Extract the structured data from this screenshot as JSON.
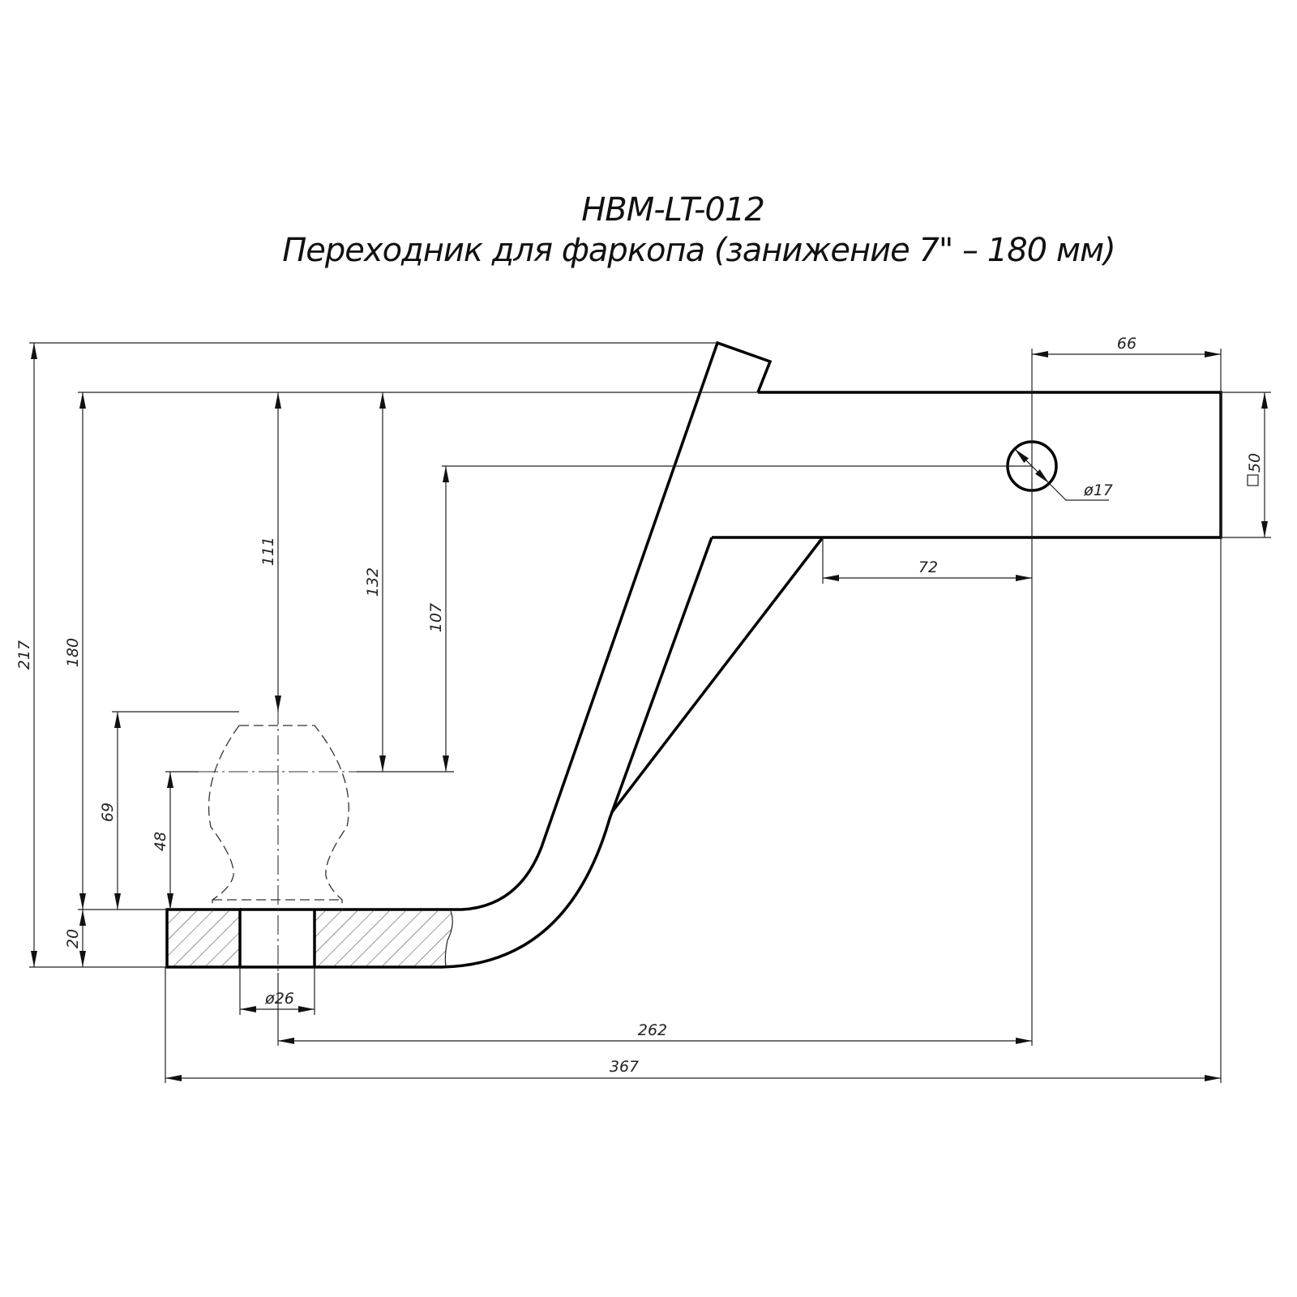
{
  "title": {
    "part_number": "HBM-LT-012",
    "description": "Переходник для фаркопа (занижение 7\" – 180 мм)"
  },
  "dimensions": {
    "overall_height": "217",
    "drop_height": "180",
    "plate_thickness": "20",
    "ball_height": "69",
    "ball_center_height": "48",
    "dim_111": "111",
    "dim_132": "132",
    "dim_107": "107",
    "tube_end_length": "66",
    "tube_section": "50",
    "pin_hole": "ø17",
    "gusset_offset": "72",
    "ball_hole": "ø26",
    "ball_to_pin": "262",
    "overall_length": "367"
  }
}
